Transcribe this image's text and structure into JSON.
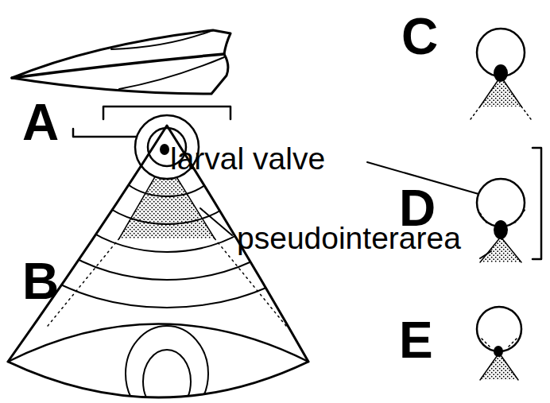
{
  "diagram": {
    "labels": [
      "C",
      "A",
      "larval valve",
      "D",
      "B",
      "pseudointerarea",
      "E"
    ]
  }
}
